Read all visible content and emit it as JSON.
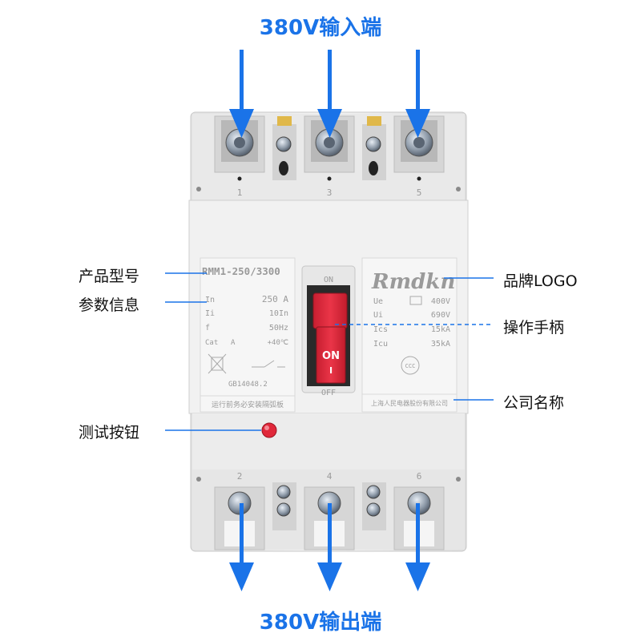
{
  "headings": {
    "input": "380V输入端",
    "output": "380V输出端"
  },
  "callouts": {
    "left": [
      {
        "label": "产品型号"
      },
      {
        "label": "参数信息"
      },
      {
        "label": "测试按钮"
      }
    ],
    "right": [
      {
        "label": "品牌LOGO"
      },
      {
        "label": "操作手柄"
      },
      {
        "label": "公司名称"
      }
    ]
  },
  "breaker": {
    "model": "RMM1-250/3300",
    "brand": "Rmdkn",
    "params_left": [
      {
        "key": "In",
        "value": "250 A"
      },
      {
        "key": "Ii",
        "value": "10In"
      },
      {
        "key": "f",
        "value": "50Hz"
      },
      {
        "key": "Cat",
        "value": "A",
        "extra": "+40℃"
      }
    ],
    "params_right": [
      {
        "key": "Ue",
        "value": "400V"
      },
      {
        "key": "Ui",
        "value": "690V"
      },
      {
        "key": "Ics",
        "value": "15kA"
      },
      {
        "key": "Icu",
        "value": "35kA"
      }
    ],
    "standard": "GB14048.2",
    "warning": "运行前务必安装隔弧板",
    "company": "上海人民电器股份有限公司",
    "handle_on_label": "ON",
    "handle_top": "ON",
    "handle_bottom": "OFF",
    "handle_mark": "I",
    "terminal_numbers_top": [
      "1",
      "3",
      "5"
    ],
    "terminal_numbers_bottom": [
      "2",
      "4",
      "6"
    ],
    "cert_mark": "CCC"
  },
  "colors": {
    "arrow_blue": "#1a73e8",
    "handle_red": "#e0283a",
    "body_white": "#efefef"
  }
}
